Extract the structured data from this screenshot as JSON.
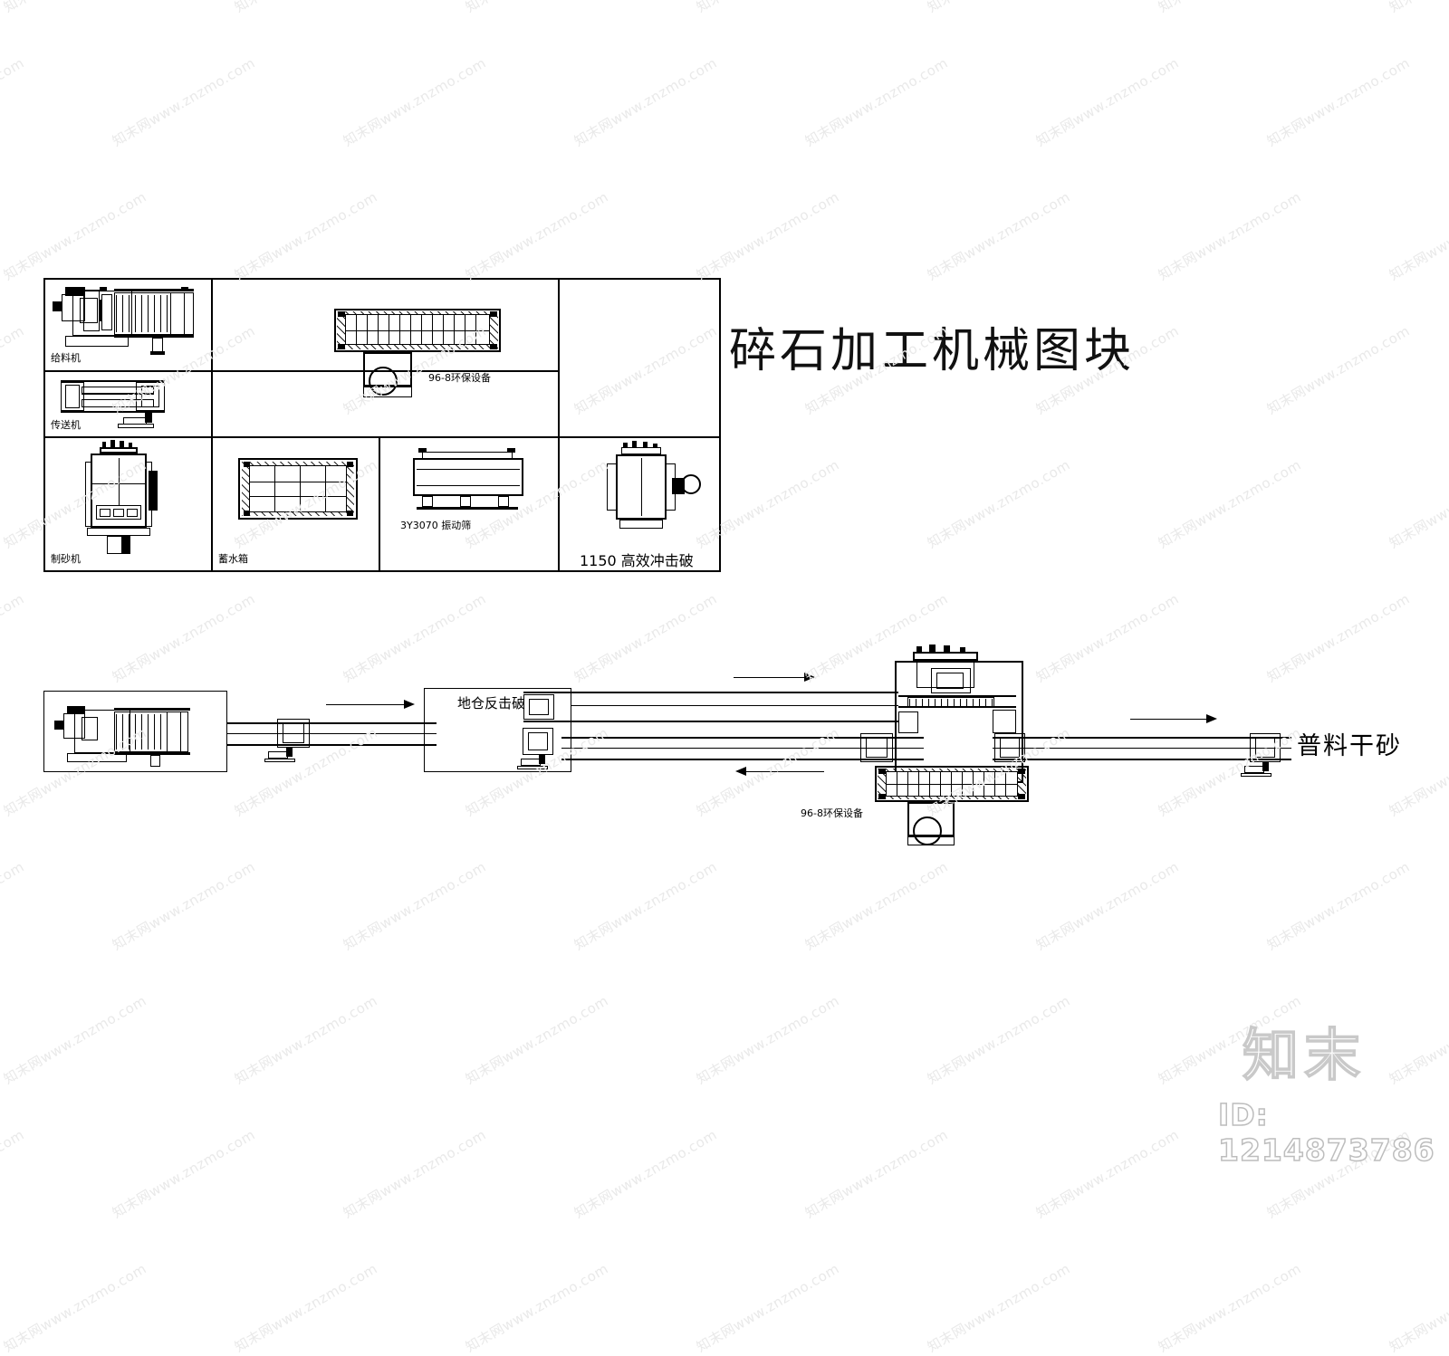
{
  "document": {
    "title": "碎石加工机械图块",
    "drawing_type": "CAD 机械图块",
    "id_label": "ID: 1214873786",
    "logo_text": "知末",
    "watermark_text": "知末网www.znzmo.com"
  },
  "catalog": {
    "cells": [
      {
        "key": "feeder",
        "caption": "给料机"
      },
      {
        "key": "conveyor",
        "caption": "传送机"
      },
      {
        "key": "sandmaker",
        "caption": "制砂机"
      },
      {
        "key": "watertank",
        "caption": "蓄水箱"
      },
      {
        "key": "envequip",
        "caption": "96-8环保设备"
      },
      {
        "key": "screen",
        "caption": "3Y3070 振动筛"
      },
      {
        "key": "impactor",
        "caption": "1150 高效冲击破"
      }
    ]
  },
  "flow": {
    "labels": [
      {
        "key": "bin-impactor",
        "text": "地仓反击破"
      },
      {
        "key": "env-equip",
        "text": "96-8环保设备"
      },
      {
        "key": "output",
        "text": "普料干砂"
      }
    ],
    "arrows": [
      {
        "key": "feed-right-1",
        "direction": "right"
      },
      {
        "key": "feed-right-2",
        "direction": "right"
      },
      {
        "key": "return-left-1",
        "direction": "left"
      },
      {
        "key": "feed-right-3",
        "direction": "right"
      }
    ]
  },
  "colors": {
    "line": "#000000",
    "background": "#ffffff",
    "watermark": "#e9e9e9",
    "logo_stroke": "#c9c9c9"
  }
}
